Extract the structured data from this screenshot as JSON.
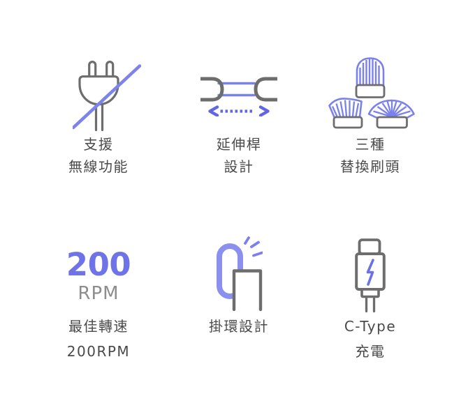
{
  "colors": {
    "background": "#ffffff",
    "accent": "#6e74e8",
    "accent_soft": "#7b81ec",
    "accent_light": "#8b90ee",
    "arrow_purple": "#6166e3",
    "icon_gray": "#6d6d6d",
    "text": "#4a4a4a",
    "muted_gray": "#8d8d8d"
  },
  "features": [
    {
      "icon": "no-plug-icon",
      "lines": [
        "支援",
        "無線功能"
      ]
    },
    {
      "icon": "extension-rod-icon",
      "lines": [
        "延伸桿",
        "設計"
      ]
    },
    {
      "icon": "brush-heads-icon",
      "lines": [
        "三種",
        "替換刷頭"
      ]
    },
    {
      "icon": "rpm-stat",
      "stat_value": "200",
      "stat_unit": "RPM",
      "lines": [
        "最佳轉速",
        "200RPM"
      ]
    },
    {
      "icon": "hanging-loop-icon",
      "lines": [
        "掛環設計"
      ]
    },
    {
      "icon": "usb-c-icon",
      "lines": [
        "C-Type",
        "充電"
      ]
    }
  ]
}
